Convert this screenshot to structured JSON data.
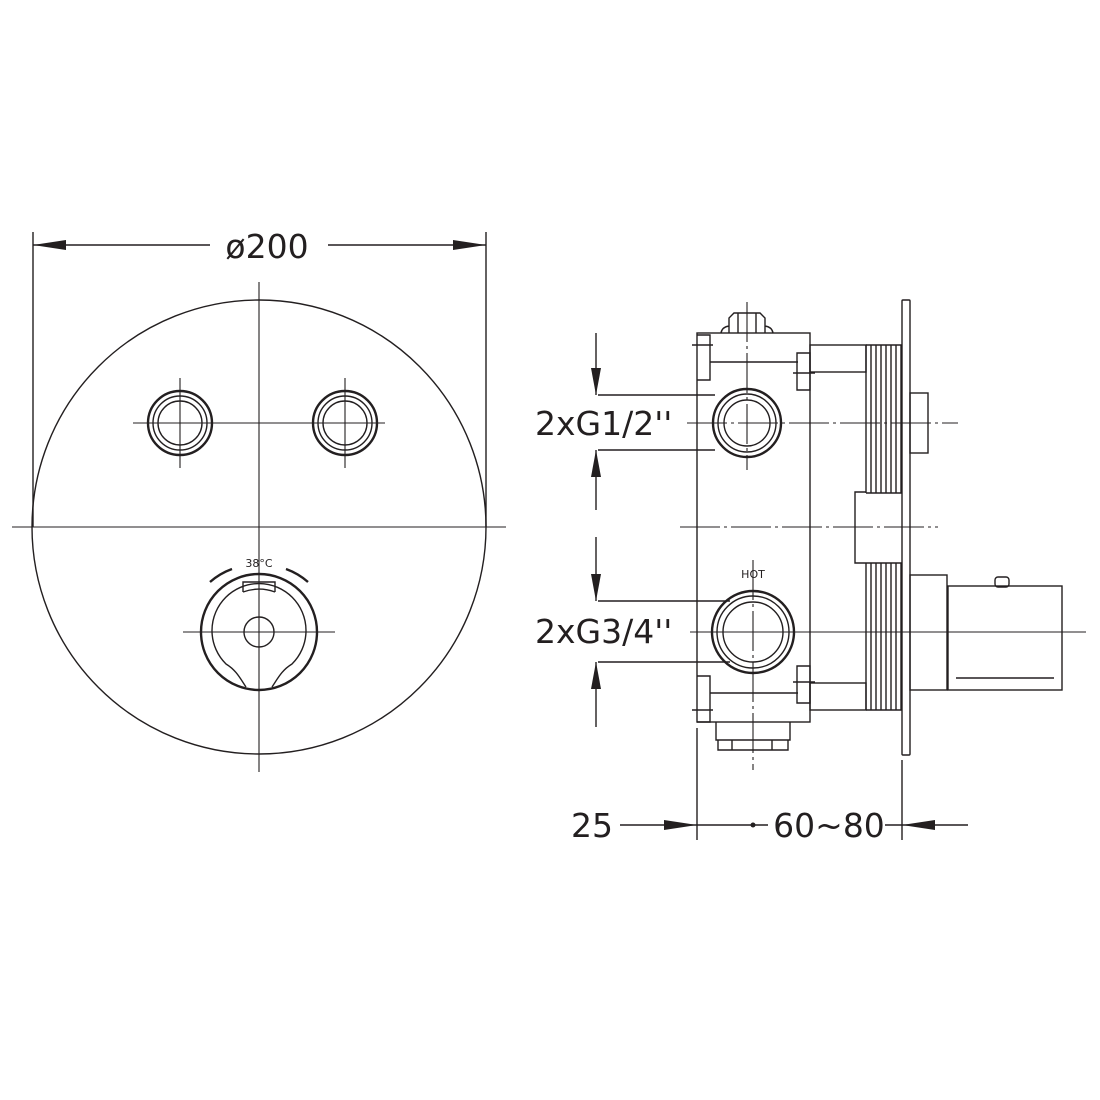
{
  "front_view": {
    "diameter_label": "ø200",
    "temperature_label": "38°C"
  },
  "side_view": {
    "upper_port_label": "2xG1/2''",
    "lower_port_label": "2xG3/4''",
    "hot_label": "HOT",
    "depth_left_label": "25",
    "depth_right_label": "60~80"
  },
  "colors": {
    "line": "#231f20",
    "background": "#ffffff"
  }
}
